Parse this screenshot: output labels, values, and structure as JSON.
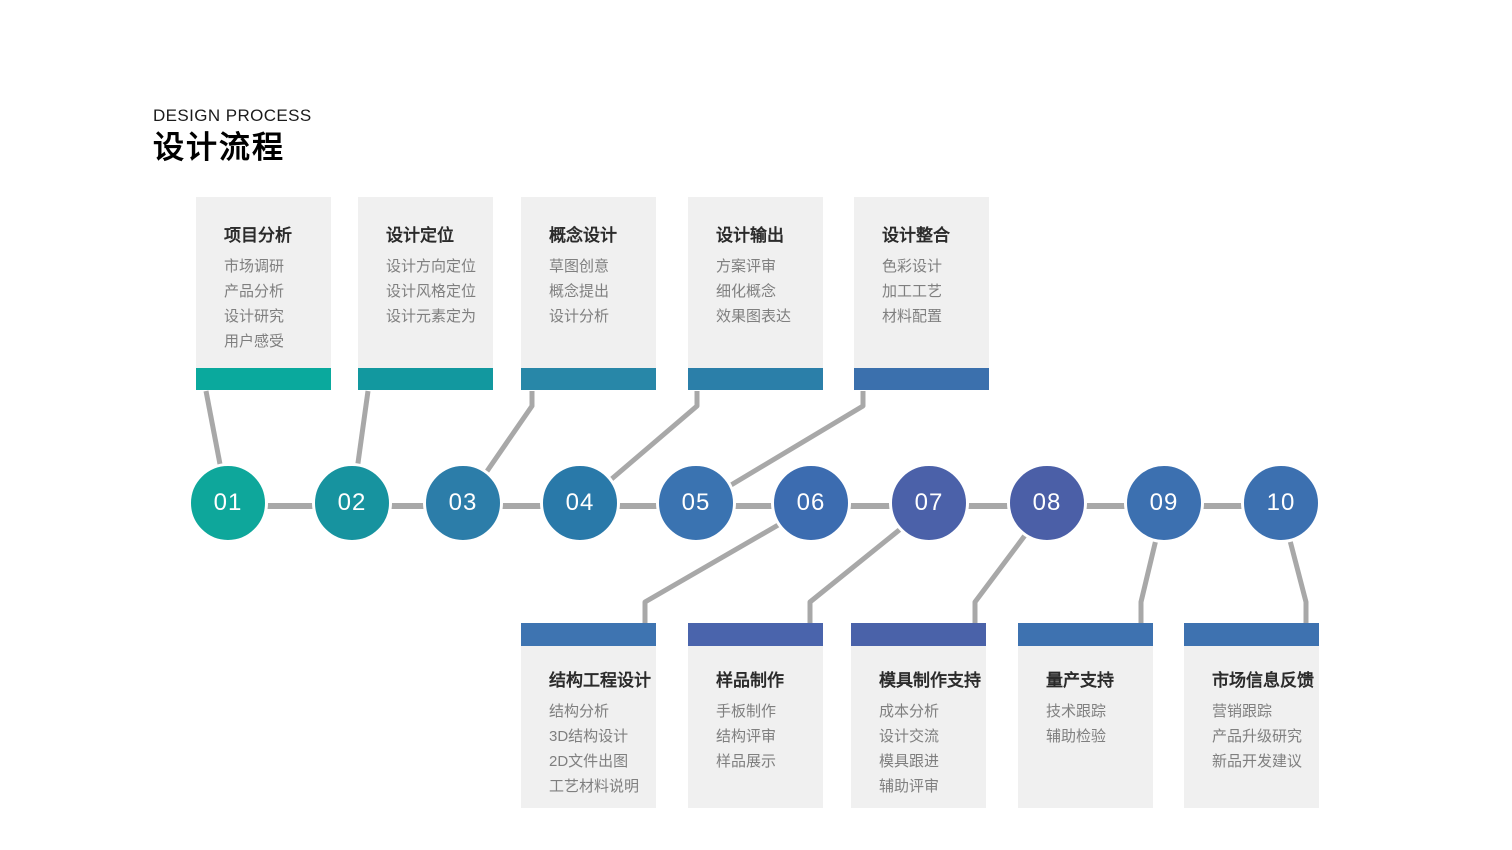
{
  "header": {
    "subtitle": "DESIGN PROCESS",
    "title": "设计流程"
  },
  "colors": {
    "connector": "#a8a8a8",
    "card_background": "#f0f0f0",
    "heading_text": "#2b2b2b",
    "item_text": "#7f7f7f",
    "number_text": "#ffffff"
  },
  "stages": [
    {
      "number": "01",
      "row": "top",
      "title": "项目分析",
      "items": [
        "市场调研",
        "产品分析",
        "设计研究",
        "用户感受"
      ],
      "colors": {
        "bar": "#0aa99d",
        "circle": "#0ea79b"
      }
    },
    {
      "number": "02",
      "row": "top",
      "title": "设计定位",
      "items": [
        "设计方向定位",
        "设计风格定位",
        "设计元素定为"
      ],
      "colors": {
        "bar": "#12989f",
        "circle": "#17939f"
      }
    },
    {
      "number": "03",
      "row": "top",
      "title": "概念设计",
      "items": [
        "草图创意",
        "概念提出",
        "设计分析"
      ],
      "colors": {
        "bar": "#2887a8",
        "circle": "#2c7da9"
      }
    },
    {
      "number": "04",
      "row": "top",
      "title": "设计输出",
      "items": [
        "方案评审",
        "细化概念",
        "效果图表达"
      ],
      "colors": {
        "bar": "#2b7fa9",
        "circle": "#2979a9"
      }
    },
    {
      "number": "05",
      "row": "top",
      "title": "设计整合",
      "items": [
        "色彩设计",
        "加工工艺",
        "材料配置"
      ],
      "colors": {
        "bar": "#3b70ad",
        "circle": "#3a73b1"
      }
    },
    {
      "number": "06",
      "row": "bottom",
      "title": "结构工程设计",
      "items": [
        "结构分析",
        "3D结构设计",
        "2D文件出图",
        "工艺材料说明"
      ],
      "colors": {
        "bar": "#3e74b1",
        "circle": "#3c6cb0"
      }
    },
    {
      "number": "07",
      "row": "bottom",
      "title": "样品制作",
      "items": [
        "手板制作",
        "结构评审",
        "样品展示"
      ],
      "colors": {
        "bar": "#4a64ac",
        "circle": "#4b61a9"
      }
    },
    {
      "number": "08",
      "row": "bottom",
      "title": "模具制作支持",
      "items": [
        "成本分析",
        "设计交流",
        "模具跟进",
        "辅助评审"
      ],
      "colors": {
        "bar": "#4a62a9",
        "circle": "#4b5fa7"
      }
    },
    {
      "number": "09",
      "row": "bottom",
      "title": "量产支持",
      "items": [
        "技术跟踪",
        "辅助检验"
      ],
      "colors": {
        "bar": "#3e72b0",
        "circle": "#3c70b0"
      }
    },
    {
      "number": "10",
      "row": "bottom",
      "title": "市场信息反馈",
      "items": [
        "营销跟踪",
        "产品升级研究",
        "新品开发建议"
      ],
      "colors": {
        "bar": "#3e72b0",
        "circle": "#3c70b0"
      }
    }
  ]
}
